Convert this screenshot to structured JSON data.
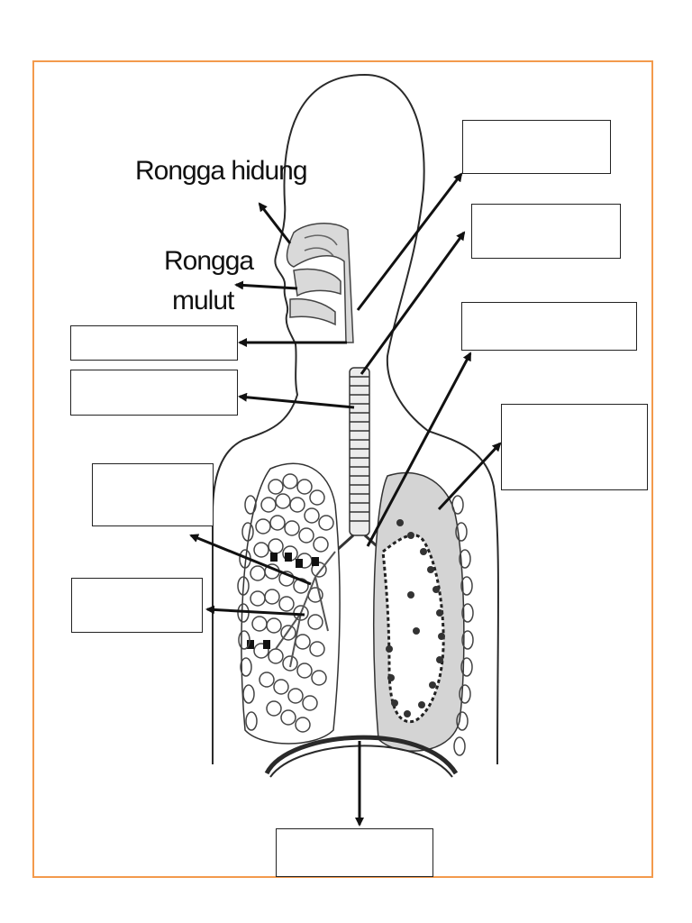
{
  "labels": {
    "nasal_cavity": "Rongga hidung",
    "oral_cavity_line1": "Rongga",
    "oral_cavity_line2": "mulut"
  },
  "answer_boxes": [
    {
      "id": "box-top-right-1",
      "text": ""
    },
    {
      "id": "box-top-right-2",
      "text": ""
    },
    {
      "id": "box-top-right-3",
      "text": ""
    },
    {
      "id": "box-right-lung",
      "text": ""
    },
    {
      "id": "box-left-1",
      "text": ""
    },
    {
      "id": "box-left-2",
      "text": ""
    },
    {
      "id": "box-left-3",
      "text": ""
    },
    {
      "id": "box-left-4",
      "text": ""
    },
    {
      "id": "box-bottom",
      "text": ""
    }
  ],
  "colors": {
    "frame": "#f39a4c",
    "airway_fill": "#d9d9d9",
    "lung_fill": "#d4d4d4",
    "outline": "#2a2a2a"
  }
}
